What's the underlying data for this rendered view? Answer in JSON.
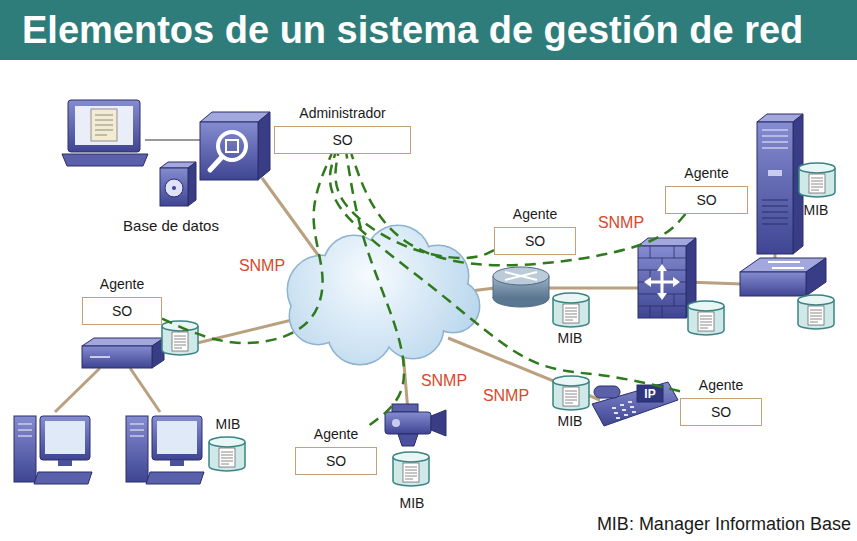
{
  "diagram": {
    "title": "Elementos de un sistema de gestión de red",
    "caption": "MIB: Manager Information Base",
    "nodes": [
      {
        "text": [
          "Administrador",
          "SO"
        ]
      },
      {
        "text": [
          "Agente",
          "SO"
        ]
      },
      {
        "text": [
          "Agente",
          "SO"
        ]
      },
      {
        "text": [
          "Agente",
          "SO"
        ]
      },
      {
        "text": [
          "Agente",
          "SO"
        ]
      },
      {
        "text": [
          "Agente",
          "SO"
        ]
      }
    ],
    "edges": [
      {
        "from": 1,
        "to": 0,
        "label": "SNMP",
        "arrow": "none"
      },
      {
        "from": 2,
        "to": 0,
        "arrow": "none"
      },
      {
        "from": 3,
        "to": 0,
        "label": "SNMP",
        "arrow": "none"
      },
      {
        "from": 4,
        "to": 0,
        "label": "SNMP",
        "arrow": "none"
      },
      {
        "from": 5,
        "to": 0,
        "label": "SNMP",
        "arrow": "none"
      }
    ],
    "labels": [
      "Base de datos",
      "MIB",
      "MIB",
      "MIB",
      "MIB",
      "MIB",
      "IP"
    ]
  }
}
